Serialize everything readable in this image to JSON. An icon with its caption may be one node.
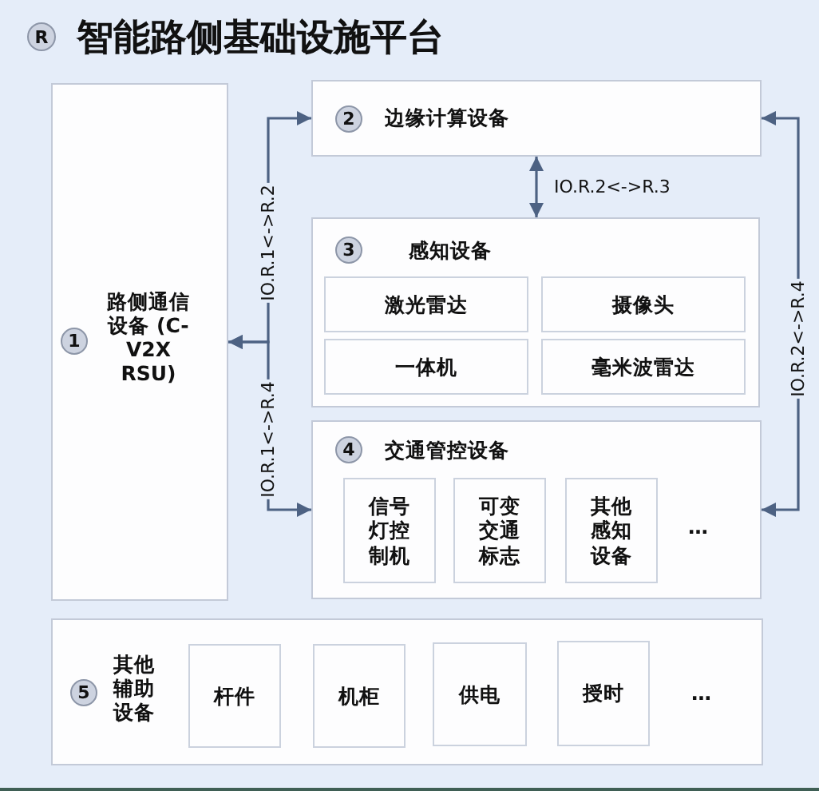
{
  "diagram": {
    "title": "智能路侧基础设施平台",
    "nodes": [
      {
        "text": [
          "1",
          "路侧通信设备 (C-V2X RSU)"
        ]
      },
      {
        "text": [
          "2",
          "边缘计算设备"
        ]
      },
      {
        "text": [
          "3",
          "感知设备"
        ]
      },
      {
        "text": [
          "激光雷达"
        ],
        "in": 2
      },
      {
        "text": [
          "摄像头"
        ],
        "in": 2
      },
      {
        "text": [
          "一体机"
        ],
        "in": 2
      },
      {
        "text": [
          "毫米波雷达"
        ],
        "in": 2
      },
      {
        "text": [
          "4",
          "交通管控设备",
          "…"
        ]
      },
      {
        "text": [
          "信号灯控制机"
        ],
        "in": 7
      },
      {
        "text": [
          "可变交通标志"
        ],
        "in": 7
      },
      {
        "text": [
          "其他感知设备"
        ],
        "in": 7
      },
      {
        "text": [
          "5",
          "其他辅助设备",
          "…"
        ]
      },
      {
        "text": [
          "杆件"
        ],
        "in": 11
      },
      {
        "text": [
          "机柜"
        ],
        "in": 11
      },
      {
        "text": [
          "供电"
        ],
        "in": 11
      },
      {
        "text": [
          "授时"
        ],
        "in": 11
      }
    ],
    "edges": [
      {
        "from": 0,
        "to": 1,
        "arrow": "both",
        "label": "IO.R.1<->R.2"
      },
      {
        "from": 0,
        "to": 7,
        "arrow": "both",
        "label": "IO.R.1<->R.4"
      },
      {
        "from": 1,
        "to": 2,
        "arrow": "both",
        "label": "IO.R.2<->R.3"
      },
      {
        "from": 7,
        "to": 1,
        "arrow": "both",
        "label": "IO.R.2<->R.4"
      }
    ],
    "labels": [
      "R"
    ]
  }
}
